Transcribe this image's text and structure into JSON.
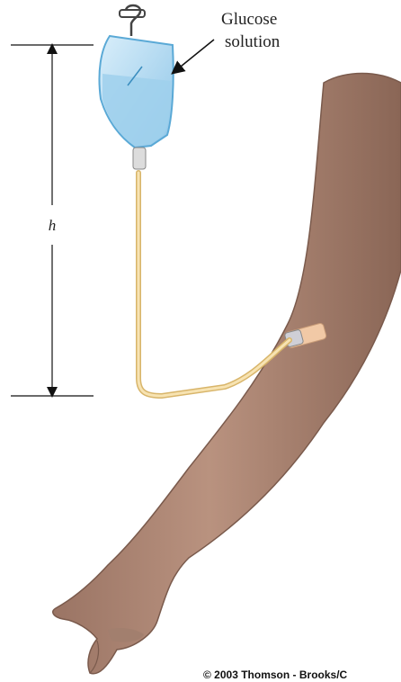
{
  "labels": {
    "bag_line1": "Glucose",
    "bag_line2": "solution",
    "height_symbol": "h",
    "copyright": "© 2003 Thomson - Brooks/C"
  },
  "colors": {
    "dimension_line": "#111111",
    "arrow": "#111111",
    "bag_fluid": "#9fd0ec",
    "bag_outline": "#5aa9d6",
    "tubing": "#f3d79a",
    "tubing_edge": "#d8b56a",
    "skin": "#b08a78",
    "skin_shadow": "#8e6a5a",
    "tape": "#f1c9a6"
  },
  "icons": {
    "hanger": "hanger-hook-icon",
    "bag": "iv-bag-icon",
    "arm": "human-arm-illustration"
  }
}
